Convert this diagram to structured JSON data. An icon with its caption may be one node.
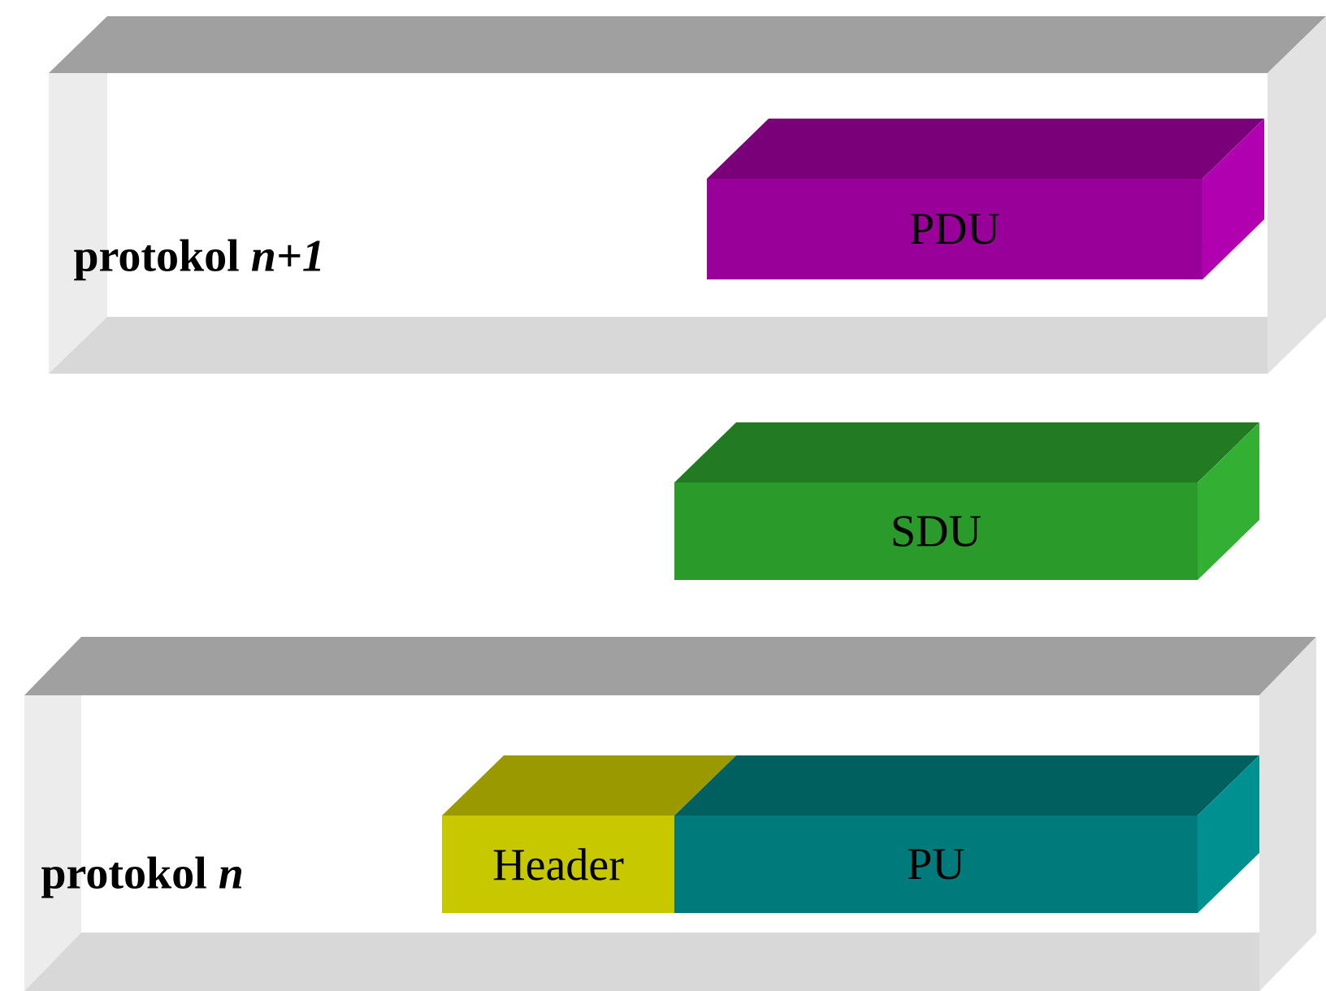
{
  "diagram": {
    "nodes": [
      {
        "text": [
          "protokol *n+1*"
        ]
      },
      {
        "text": [
          "PDU"
        ],
        "in": 0
      },
      {
        "text": [
          "SDU"
        ]
      },
      {
        "text": [
          "protokol *n*"
        ]
      },
      {
        "text": [
          "Header"
        ],
        "in": 3
      },
      {
        "text": [
          "PU"
        ],
        "in": 3
      }
    ]
  }
}
